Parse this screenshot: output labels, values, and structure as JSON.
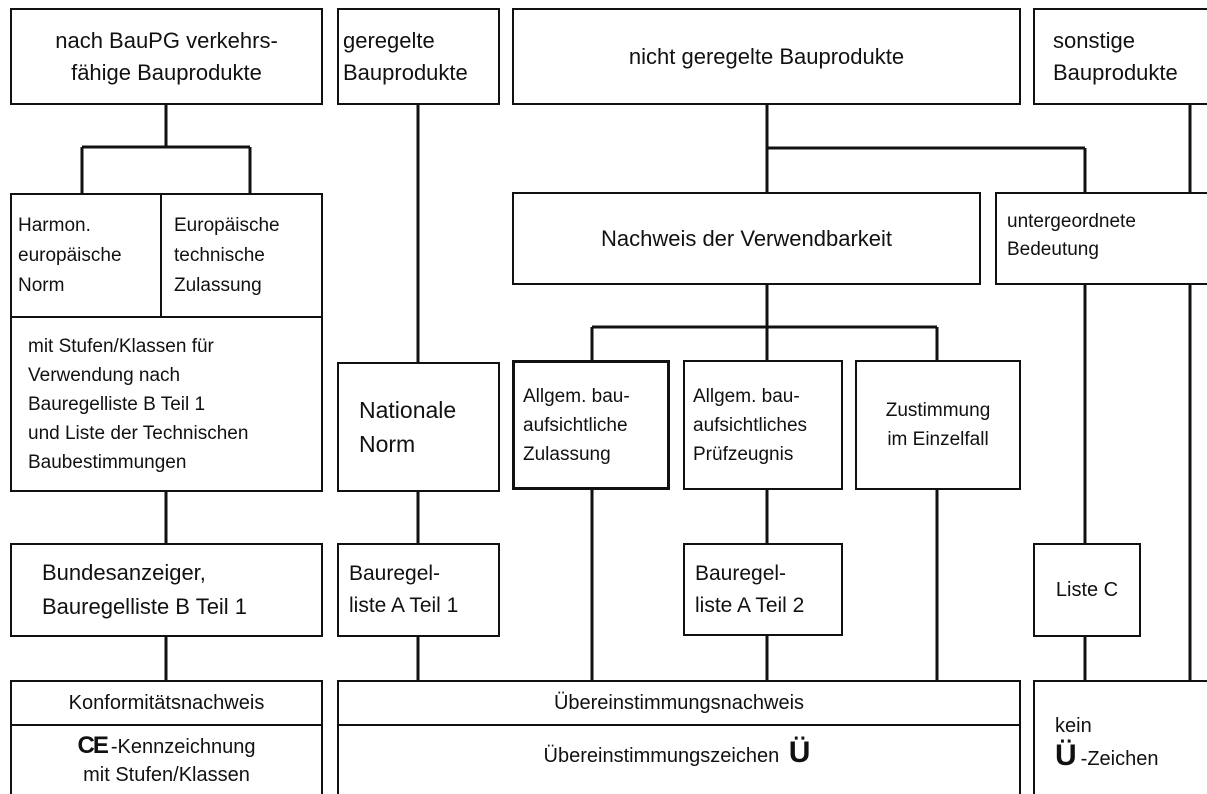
{
  "boxes": {
    "baupg": {
      "lines": [
        "nach BauPG verkehrs-",
        "fähige Bauprodukte"
      ]
    },
    "geregelte": {
      "lines": [
        "geregelte",
        "Bauprodukte"
      ]
    },
    "nicht_geregelte": {
      "lines": [
        "nicht geregelte Bauprodukte"
      ]
    },
    "sonstige": {
      "lines": [
        "sonstige",
        "Bauprodukte"
      ]
    },
    "harmon": {
      "lines": [
        "Harmon.",
        "europäische",
        "Norm"
      ]
    },
    "europ": {
      "lines": [
        "Europäische",
        "technische",
        "Zulassung"
      ]
    },
    "nachweis": {
      "lines": [
        "Nachweis der Verwendbarkeit"
      ]
    },
    "untergeordnete": {
      "lines": [
        "untergeordnete",
        "Bedeutung"
      ]
    },
    "stufen": {
      "lines": [
        "mit Stufen/Klassen für",
        "Verwendung nach",
        "Bauregelliste B Teil 1",
        "und Liste der Technischen",
        "Baubestimmungen"
      ]
    },
    "nationale": {
      "lines": [
        "Nationale",
        "Norm"
      ]
    },
    "abz": {
      "lines": [
        "Allgem. bau-",
        "aufsichtliche",
        "Zulassung"
      ]
    },
    "abp": {
      "lines": [
        "Allgem. bau-",
        "aufsichtliches",
        "Prüfzeugnis"
      ]
    },
    "zustimmung": {
      "lines": [
        "Zustimmung",
        "im Einzelfall"
      ]
    },
    "bundesanzeiger": {
      "lines": [
        "Bundesanzeiger,",
        "Bauregelliste B Teil 1"
      ]
    },
    "bauregel_a1": {
      "lines": [
        "Bauregel-",
        "liste A Teil 1"
      ]
    },
    "bauregel_a2": {
      "lines": [
        "Bauregel-",
        "liste A Teil 2"
      ]
    },
    "liste_c": {
      "lines": [
        "Liste C"
      ]
    },
    "konformitaet": {
      "lines": [
        "Konformitätsnachweis"
      ]
    },
    "ce": {
      "mark": "CE",
      "lines": [
        "-Kennzeichnung",
        "mit Stufen/Klassen"
      ]
    },
    "uebereinstimmungsnachweis": {
      "lines": [
        "Übereinstimmungsnachweis"
      ]
    },
    "uebereinstimmungszeichen": {
      "text": "Übereinstimmungszeichen",
      "mark": "Ü"
    },
    "kein": {
      "line1": "kein",
      "mark": "Ü",
      "line2": "-Zeichen"
    }
  }
}
